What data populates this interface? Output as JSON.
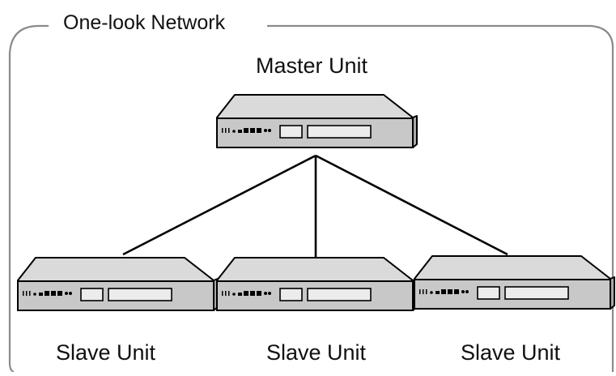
{
  "network": {
    "title": "One-look Network"
  },
  "master": {
    "label": "Master Unit"
  },
  "slaves": [
    {
      "label": "Slave Unit"
    },
    {
      "label": "Slave Unit"
    },
    {
      "label": "Slave Unit"
    }
  ],
  "colors": {
    "border": "#8a8a8a",
    "device_top": "#d9d9d9",
    "device_front": "#c6c6c6",
    "device_side": "#b3b3b3",
    "line": "#000000"
  }
}
